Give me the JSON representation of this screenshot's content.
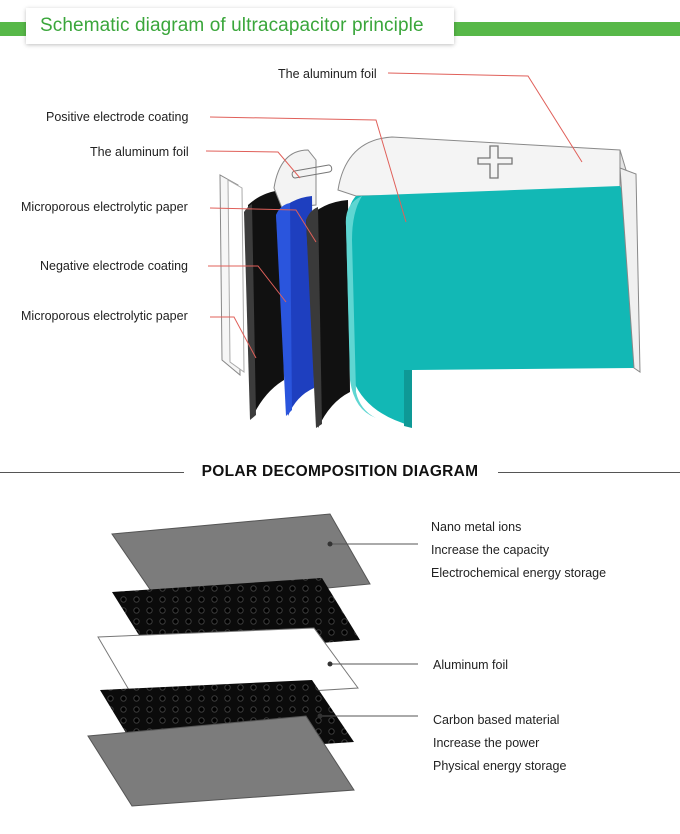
{
  "header": {
    "title": "Schematic diagram of ultracapacitor principle"
  },
  "top_diagram": {
    "labels": [
      {
        "key": "foil_top",
        "text": "The aluminum foil"
      },
      {
        "key": "pos_coating",
        "text": "Positive electrode coating"
      },
      {
        "key": "foil_mid",
        "text": "The aluminum foil"
      },
      {
        "key": "paper1",
        "text": "Microporous electrolytic paper"
      },
      {
        "key": "neg_coating",
        "text": "Negative electrode coating"
      },
      {
        "key": "paper2",
        "text": "Microporous electrolytic paper"
      }
    ],
    "plus_symbol": "+",
    "colors": {
      "teal": "#12b8b5",
      "blue": "#1e3fbf",
      "black": "#111111",
      "foil": "#f2f2f2",
      "leader": "#e0605a"
    }
  },
  "section": {
    "title": "POLAR DECOMPOSITION DIAGRAM"
  },
  "bottom_diagram": {
    "group1": [
      "Nano metal ions",
      "Increase the capacity",
      "Electrochemical energy storage"
    ],
    "group2": [
      "Aluminum foil"
    ],
    "group3": [
      "Carbon based material",
      "Increase the power",
      "Physical energy storage"
    ],
    "colors": {
      "plate": "#7c7c7c",
      "carbon": "#0b0b0b",
      "foil": "#ffffff"
    }
  }
}
